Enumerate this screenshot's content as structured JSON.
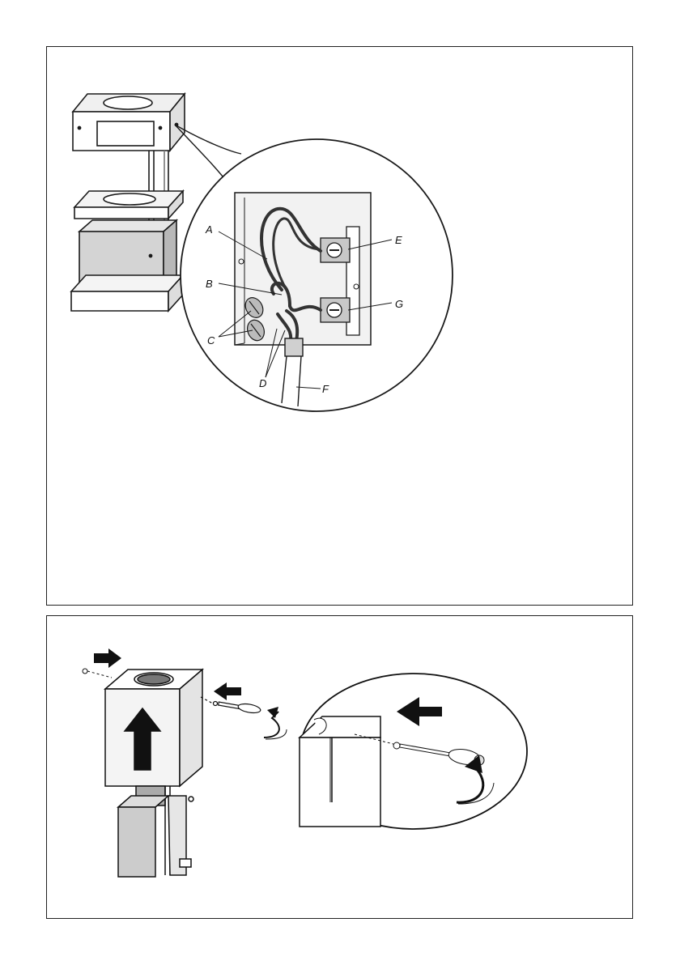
{
  "figure1": {
    "callouts": [
      {
        "id": "A",
        "label": "A"
      },
      {
        "id": "B",
        "label": "B"
      },
      {
        "id": "C",
        "label": "C"
      },
      {
        "id": "D",
        "label": "D"
      },
      {
        "id": "E",
        "label": "E"
      },
      {
        "id": "F",
        "label": "F"
      },
      {
        "id": "G",
        "label": "G"
      }
    ]
  },
  "colors": {
    "line": "#1a1a1a",
    "shade": "#9a9a9a",
    "light": "#dcdcdc",
    "wire": "#333333"
  }
}
